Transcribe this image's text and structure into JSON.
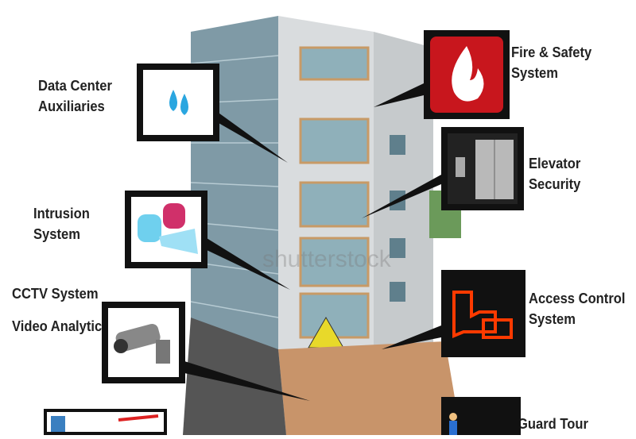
{
  "labels": {
    "data_center": [
      "Data Center",
      "Auxiliaries"
    ],
    "fire": [
      "Fire & Safety",
      "System"
    ],
    "elevator": [
      "Elevator",
      "Security"
    ],
    "intrusion": [
      "Intrusion",
      "System"
    ],
    "cctv": "CCTV System",
    "video": "Video Analytics",
    "access": [
      "Access Control",
      "System"
    ],
    "guard": "Guard Tour"
  },
  "watermark": "shutterstock",
  "colors": {
    "fire": "#c8161d",
    "access": "#ff3a00",
    "glass": "#6d8c9a"
  }
}
